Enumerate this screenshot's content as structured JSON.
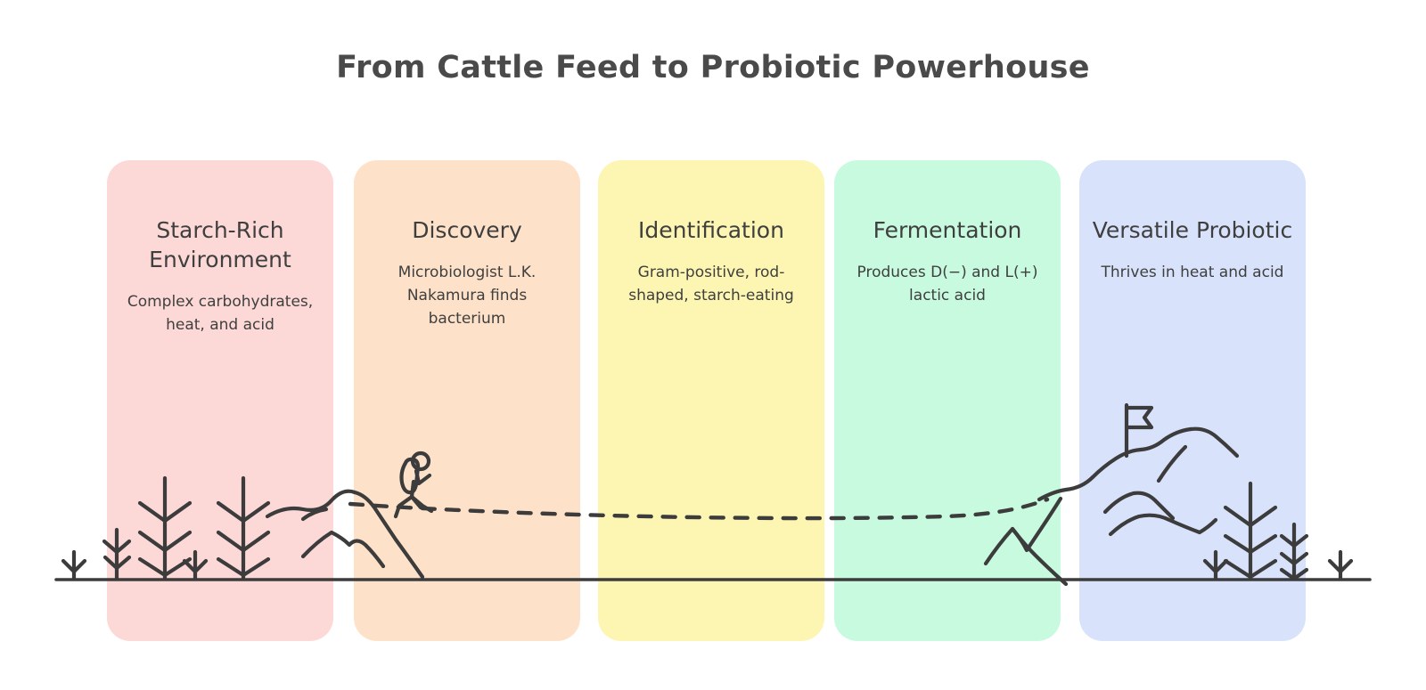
{
  "title": "From Cattle Feed to Probiotic Powerhouse",
  "theme": {
    "background": "#ffffff",
    "title_color": "#4a4a4a",
    "text_color": "#3f3f3f",
    "line_color": "#3c3c3c",
    "ground_color": "#3c3c3c"
  },
  "panels": [
    {
      "id": "starch-rich-environment",
      "title": "Starch-Rich Environment",
      "subtitle": "Complex carbohydrates, heat, and acid",
      "color": "#fcd9d7"
    },
    {
      "id": "discovery",
      "title": "Discovery",
      "subtitle": "Microbiologist L.K. Nakamura finds bacterium",
      "color": "#fde1c8"
    },
    {
      "id": "identification",
      "title": "Identification",
      "subtitle": "Gram-positive, rod-shaped, starch-eating",
      "color": "#fdf5b2"
    },
    {
      "id": "fermentation",
      "title": "Fermentation",
      "subtitle": "Produces D(−) and L(+) lactic acid",
      "color": "#c8fadf"
    },
    {
      "id": "versatile-probiotic",
      "title": "Versatile Probiotic",
      "subtitle": "Thrives in heat and acid",
      "color": "#d8e2fb"
    }
  ],
  "illustration": {
    "ground_label": "ground-line",
    "path_label": "dashed-journey-path",
    "hiker_label": "hiker-figure",
    "flag_label": "summit-flag",
    "left_mountain_label": "left-mountain-range",
    "right_mountain_label": "right-mountain-range",
    "trees_left_label": "pine-trees-left",
    "trees_right_label": "pine-trees-right"
  }
}
